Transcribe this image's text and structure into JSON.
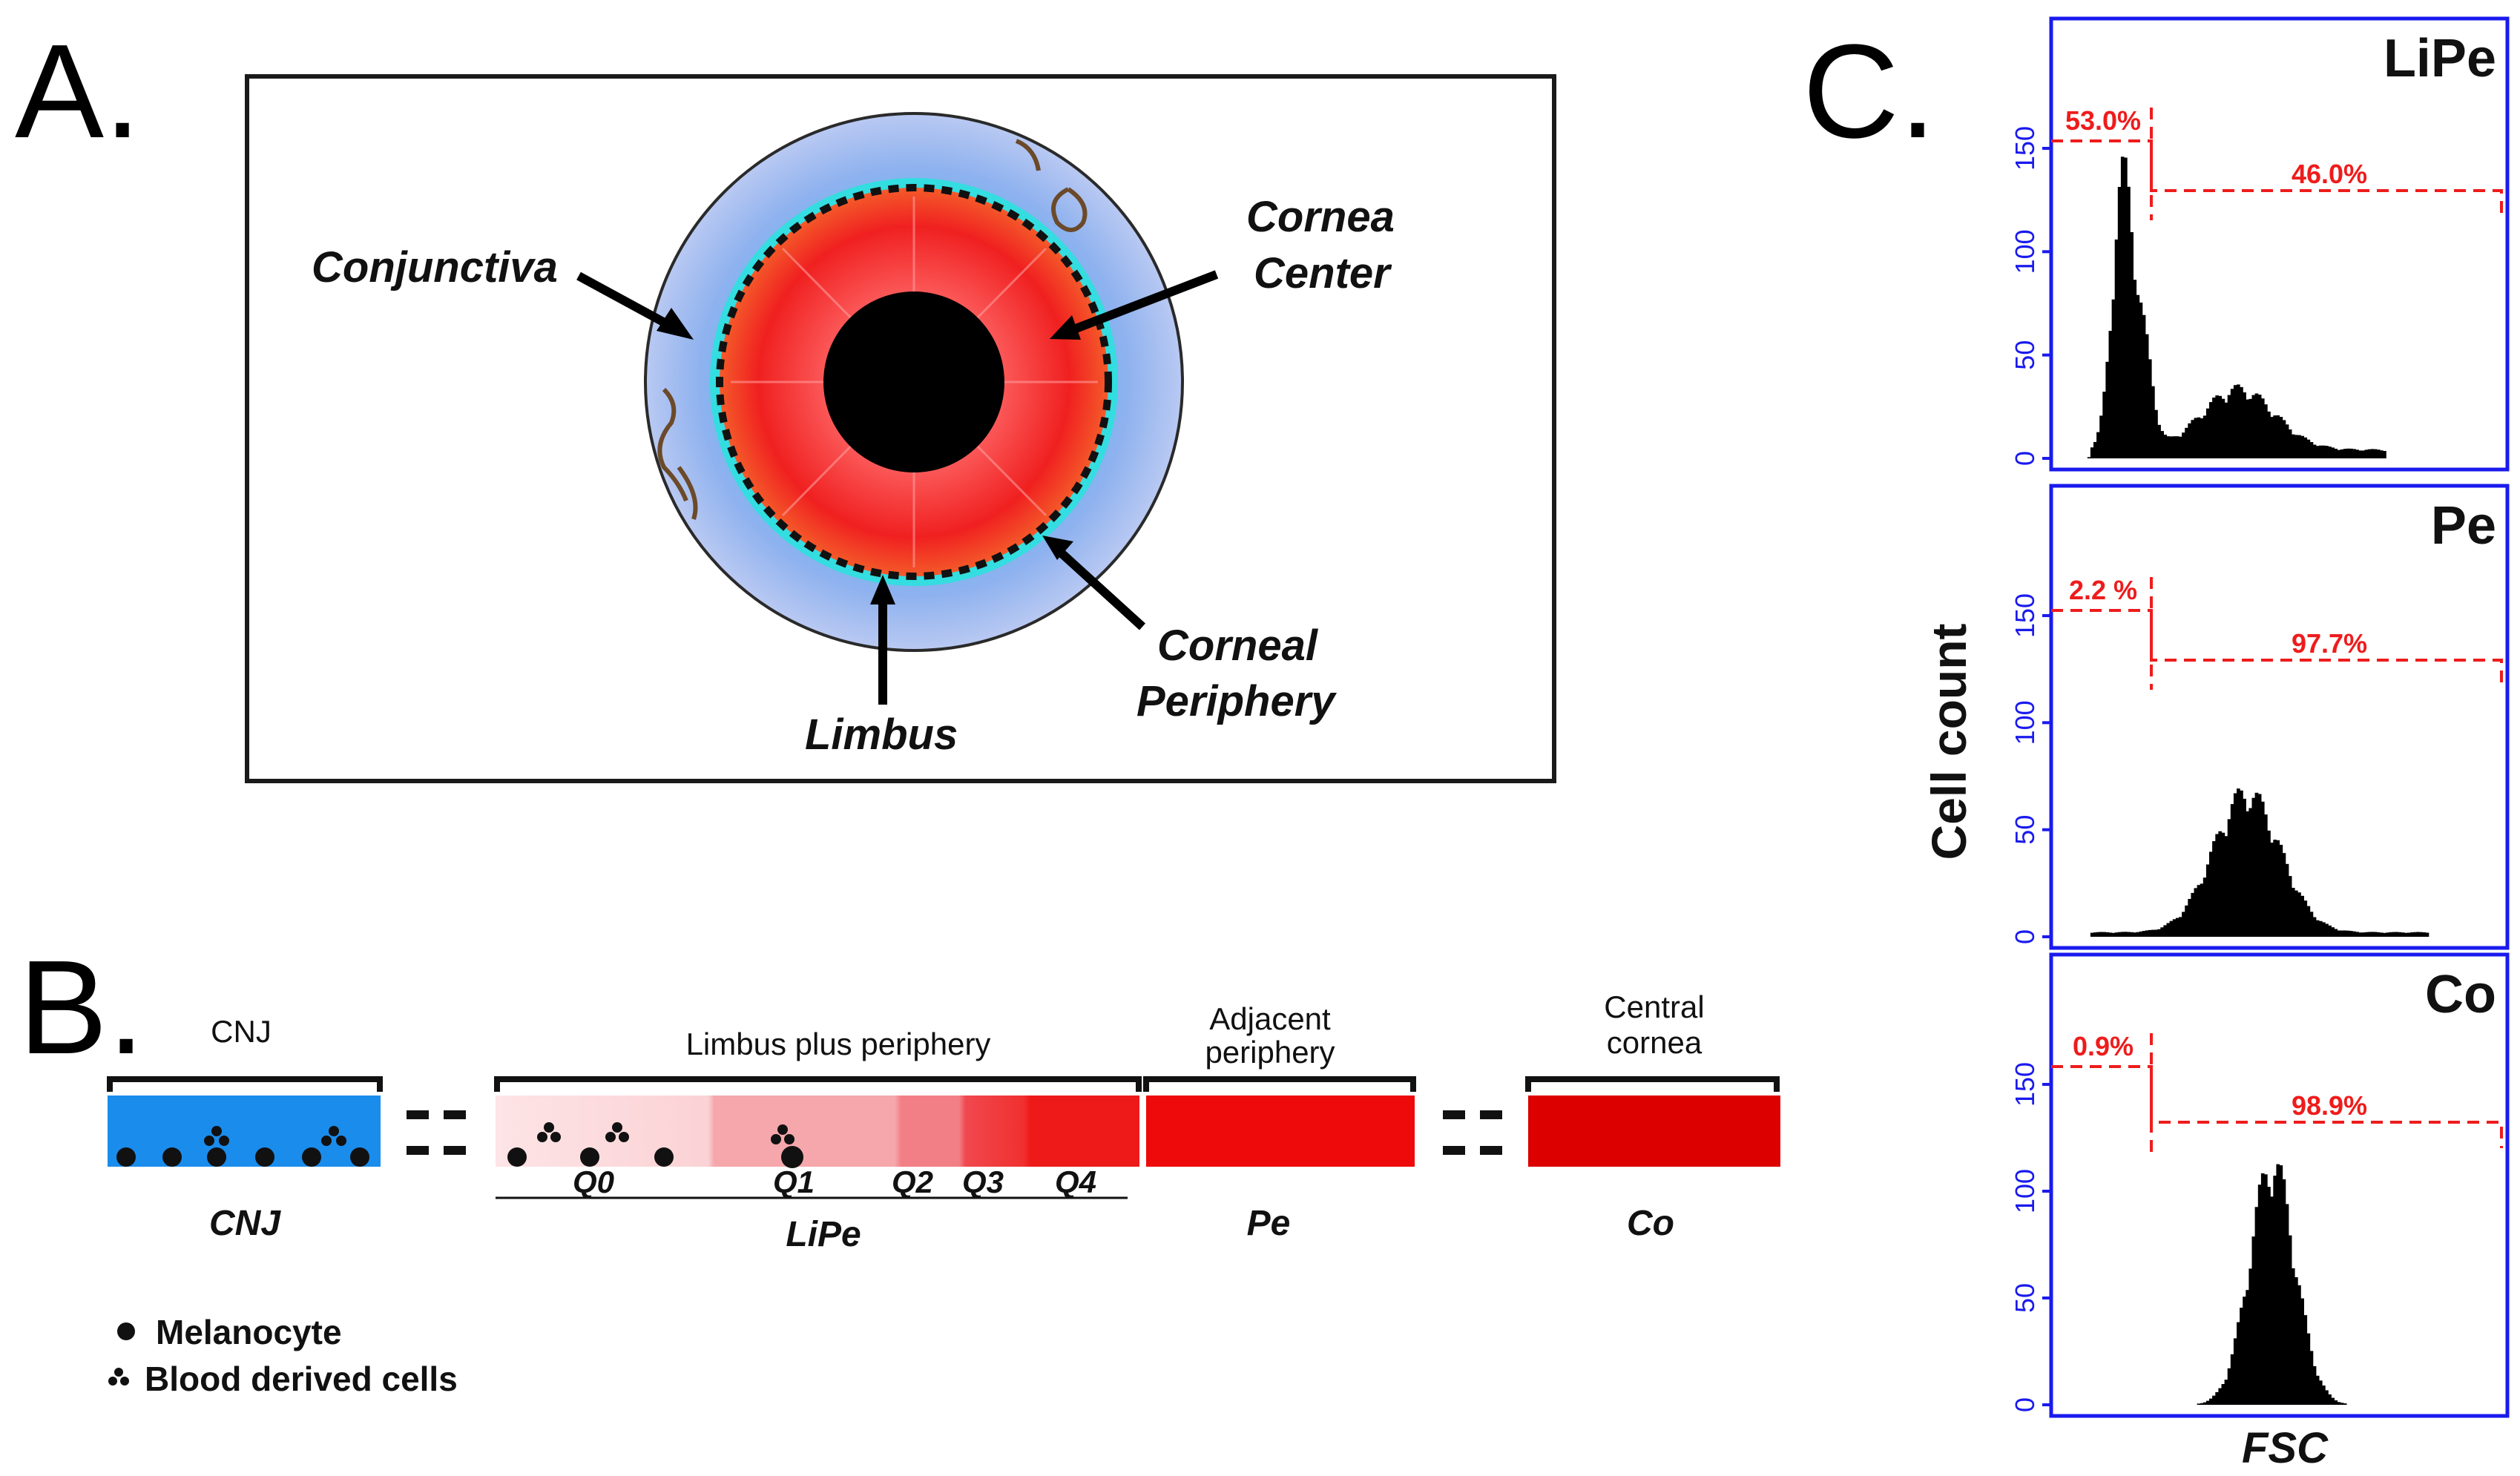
{
  "panel_a": {
    "letter": "A.",
    "labels": {
      "conjunctiva": "Conjunctiva",
      "cornea_center_1": "Cornea",
      "cornea_center_2": "Center",
      "corneal_periphery_1": "Corneal",
      "corneal_periphery_2": "Periphery",
      "limbus": "Limbus"
    },
    "colors": {
      "conjunctiva": "#8fb2ef",
      "limbus_ring": "#33dde0",
      "cornea": "#f02828",
      "center": "#000000"
    }
  },
  "panel_b": {
    "letter": "B.",
    "top_labels": {
      "cnj": "CNJ",
      "limbus_periphery": "Limbus plus periphery",
      "adjacent_1": "Adjacent",
      "adjacent_2": "periphery",
      "central_1": "Central",
      "central_2": "cornea"
    },
    "sub_labels": {
      "q0": "Q0",
      "q1": "Q1",
      "q2": "Q2",
      "q3": "Q3",
      "q4": "Q4"
    },
    "bottom_labels": {
      "cnj": "CNJ",
      "lipe": "LiPe",
      "pe": "Pe",
      "co": "Co"
    },
    "legend": {
      "melanocyte": "Melanocyte",
      "blood": "Blood derived cells"
    },
    "colors": {
      "cnj": "#1a8cec",
      "q0": "#fde0e2",
      "q1": "#f6a9ad",
      "q2": "#f38088",
      "q3": "#f04a52",
      "q4": "#ee1c1c",
      "pe": "#ee0a0a",
      "co": "#dc0000"
    }
  },
  "panel_c": {
    "letter": "C.",
    "ylabel": "Cell count",
    "xlabel": "FSC",
    "tick_labels": [
      "0",
      "50",
      "100",
      "150"
    ],
    "panels": [
      {
        "name": "LiPe",
        "left_pct": "53.0%",
        "right_pct": "46.0%"
      },
      {
        "name": "Pe",
        "left_pct": "2.2 %",
        "right_pct": "97.7%"
      },
      {
        "name": "Co",
        "left_pct": "0.9%",
        "right_pct": "98.9%"
      }
    ],
    "colors": {
      "axis": "#1a1aee",
      "gate": "#ee1c1c",
      "histogram": "#000000"
    }
  }
}
